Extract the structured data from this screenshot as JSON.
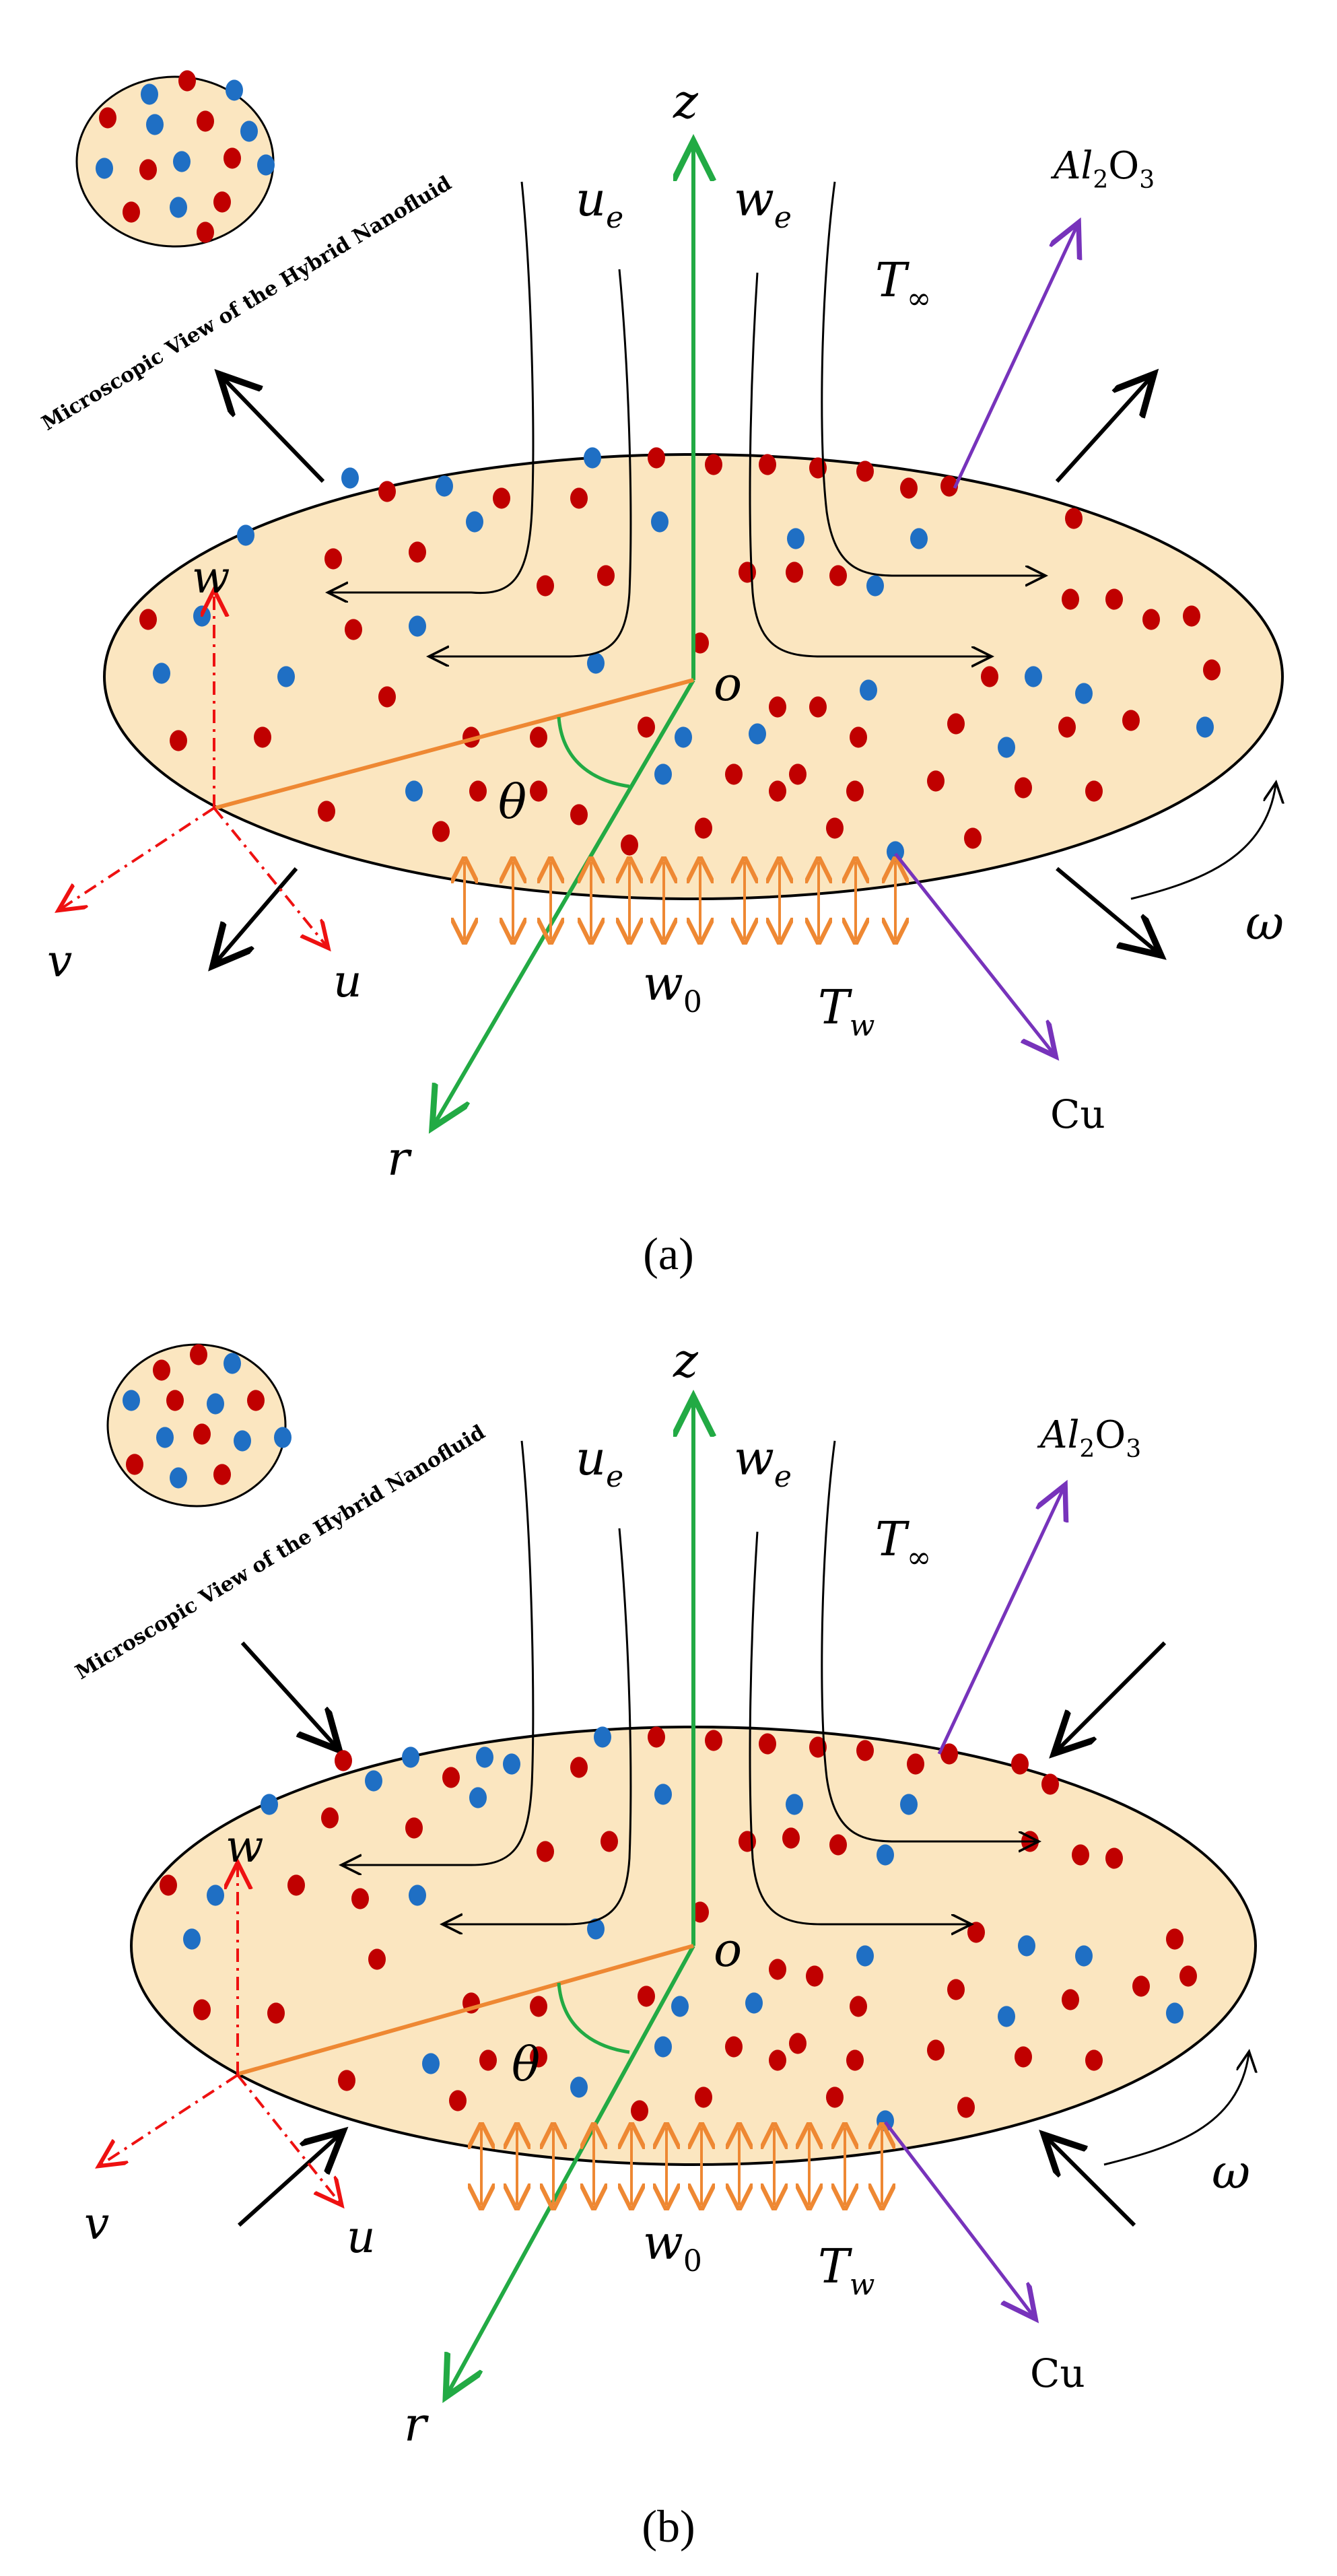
{
  "panels": [
    {
      "id": "a",
      "caption": "(a)",
      "microscopic_label": "Microscopic View of the Hybrid Nanofluid",
      "labels": {
        "z": "z",
        "r": "r",
        "o": "o",
        "theta": "θ",
        "u": "u",
        "v": "v",
        "w": "w",
        "ue": "u",
        "ue_sub": "e",
        "we": "w",
        "we_sub": "e",
        "Tinf": "T",
        "Tinf_sub": "∞",
        "Tw": "T",
        "Tw_sub": "w",
        "w0": "w",
        "w0_sub": "0",
        "omega": "ω",
        "al2o3": "Al",
        "al2o3_sub": "2",
        "al2o3_tail": "O",
        "al2o3_tail_sub": "3",
        "cu": "Cu"
      }
    },
    {
      "id": "b",
      "caption": "(b)",
      "microscopic_label": "Microscopic View of the Hybrid Nanofluid",
      "labels": {
        "z": "z",
        "r": "r",
        "o": "o",
        "theta": "θ",
        "u": "u",
        "v": "v",
        "w": "w",
        "ue": "u",
        "ue_sub": "e",
        "we": "w",
        "we_sub": "e",
        "Tinf": "T",
        "Tinf_sub": "∞",
        "Tw": "T",
        "Tw_sub": "w",
        "w0": "w",
        "w0_sub": "0",
        "omega": "ω",
        "al2o3": "Al",
        "al2o3_sub": "2",
        "al2o3_tail": "O",
        "al2o3_tail_sub": "3",
        "cu": "Cu"
      }
    }
  ],
  "colors": {
    "disk_fill": "#fbe6c0",
    "particle_red": "#c00000",
    "particle_blue": "#1f6fc4",
    "axis_green": "#22aa44",
    "line_orange": "#ee8833",
    "arrow_purple": "#7733bb",
    "dashed_red": "#ee1111",
    "stroke_black": "#000000"
  }
}
